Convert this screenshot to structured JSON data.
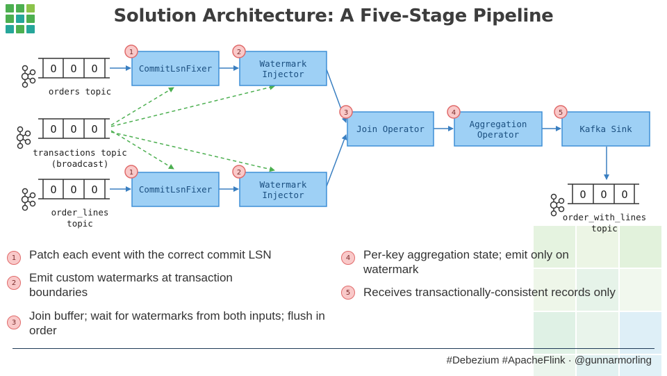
{
  "header": {
    "title": "Solution Architecture: A Five-Stage Pipeline"
  },
  "colors": {
    "node_fill": "#9ed0f5",
    "node_border": "#3f8fd6",
    "arrow": "#3a7fc1",
    "broadcast_arrow": "#4caf50",
    "badge_fill": "#f9c9c9",
    "badge_border": "#e06a6a"
  },
  "topics": {
    "orders": "orders topic",
    "transactions_line1": "transactions topic",
    "transactions_line2": "(broadcast)",
    "order_lines_line1": "order_lines",
    "order_lines_line2": "topic",
    "output_line1": "order_with_lines",
    "output_line2": "topic",
    "queue_slot": "O"
  },
  "nodes": {
    "commit_fixer_top": {
      "label": "CommitLsnFixer",
      "badge": "1"
    },
    "watermark_top": {
      "label_line1": "Watermark",
      "label_line2": "Injector",
      "badge": "2"
    },
    "commit_fixer_bottom": {
      "label": "CommitLsnFixer",
      "badge": "1"
    },
    "watermark_bottom": {
      "label_line1": "Watermark",
      "label_line2": "Injector",
      "badge": "2"
    },
    "join": {
      "label": "Join Operator",
      "badge": "3"
    },
    "aggregation": {
      "label_line1": "Aggregation",
      "label_line2": "Operator",
      "badge": "4"
    },
    "sink": {
      "label": "Kafka Sink",
      "badge": "5"
    }
  },
  "legend": [
    {
      "badge": "1",
      "text": "Patch each event with the correct commit LSN"
    },
    {
      "badge": "2",
      "text": "Emit custom watermarks at transaction boundaries"
    },
    {
      "badge": "3",
      "text": "Join buffer; wait for watermarks from both inputs; flush in order"
    },
    {
      "badge": "4",
      "text": "Per-key aggregation state; emit only on watermark"
    },
    {
      "badge": "5",
      "text": "Receives transactionally-consistent records only"
    }
  ],
  "footer": {
    "text": "#Debezium #ApacheFlink · @gunnarmorling"
  }
}
